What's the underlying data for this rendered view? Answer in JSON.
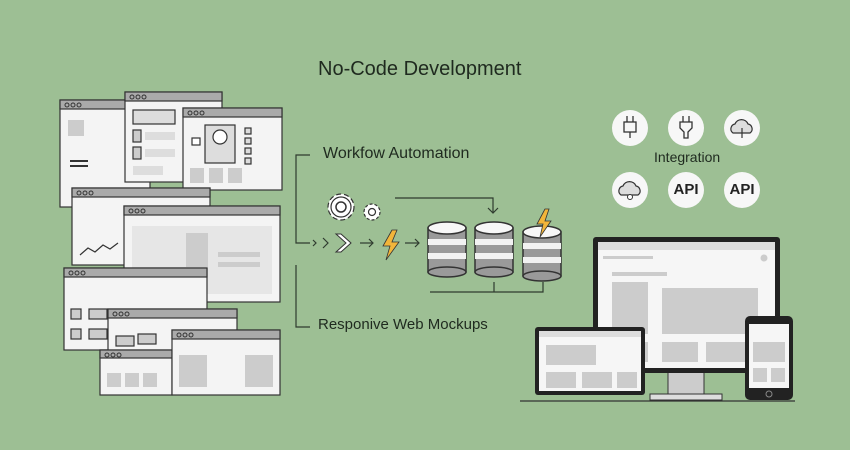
{
  "title": "No-Code Development",
  "workflow": {
    "label": "Workfow Automation"
  },
  "mockups": {
    "label": "Responive Web Mockups"
  },
  "integration": {
    "label": "Integration",
    "icons": [
      "plug-icon",
      "plug-icon",
      "cloud-icon",
      "cloud-icon",
      "api-icon",
      "api-icon"
    ],
    "api_labels": [
      "API",
      "API"
    ]
  },
  "colors": {
    "background": "#9dbf94",
    "accent": "#f2b53a",
    "line": "#2f3b2f",
    "panel": "#e9e9e9"
  }
}
